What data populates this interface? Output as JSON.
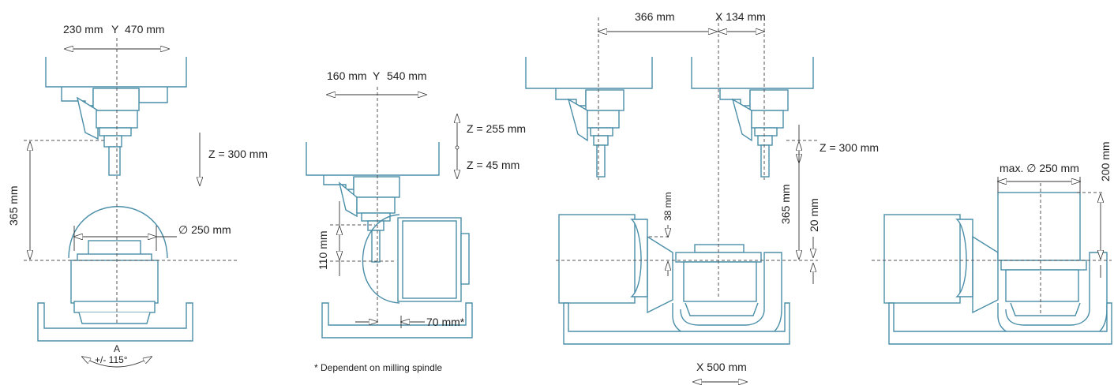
{
  "view1": {
    "y_left": "230 mm",
    "y_axis": "Y",
    "y_right": "470 mm",
    "z_travel": "Z = 300 mm",
    "height": "365 mm",
    "diameter": "∅ 250 mm",
    "a_axis": "A",
    "a_range": "+/- 115°"
  },
  "view2": {
    "y_left": "160 mm",
    "y_axis": "Y",
    "y_right": "540 mm",
    "z_up": "Z = 255 mm",
    "z_down": "Z = 45 mm",
    "height": "110 mm",
    "offset": "70 mm*",
    "footnote": "* Dependent on milling spindle"
  },
  "view3": {
    "x_left": "366 mm",
    "x_right": "X 134 mm",
    "z_travel": "Z = 300 mm",
    "height": "365 mm",
    "height_small": "20 mm",
    "height_38": "38 mm",
    "x_travel": "X 500 mm"
  },
  "view4": {
    "max_diameter": "max. ∅ 250 mm",
    "height": "200 mm"
  }
}
